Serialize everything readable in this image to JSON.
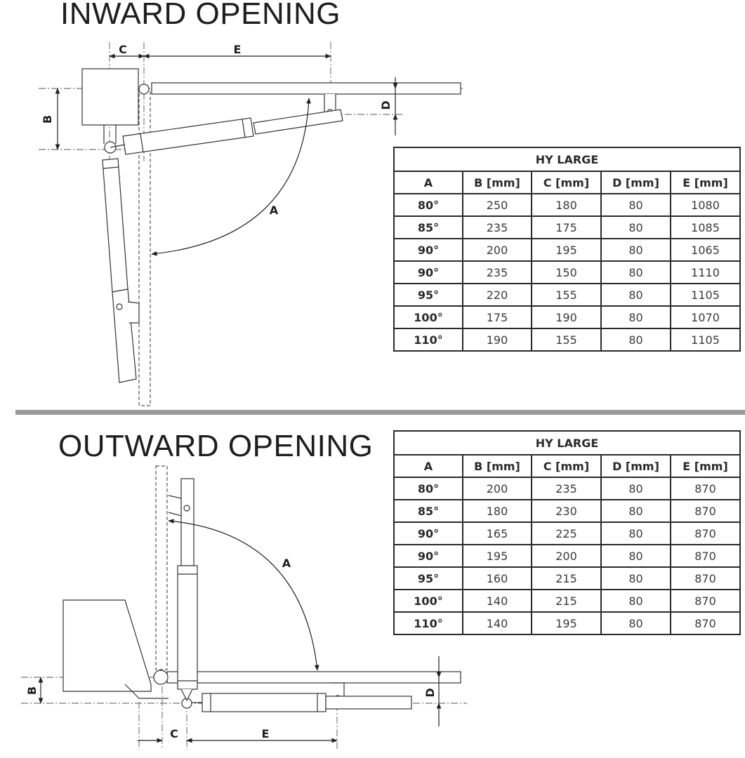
{
  "inward": {
    "title": "INWARD OPENING",
    "labels": {
      "a": "A",
      "b": "B",
      "c": "C",
      "d": "D",
      "e": "E"
    },
    "table": {
      "caption": "HY LARGE",
      "headers": [
        "A",
        "B [mm]",
        "C [mm]",
        "D [mm]",
        "E [mm]"
      ],
      "rows": [
        [
          "80°",
          "250",
          "180",
          "80",
          "1080"
        ],
        [
          "85°",
          "235",
          "175",
          "80",
          "1085"
        ],
        [
          "90°",
          "200",
          "195",
          "80",
          "1065"
        ],
        [
          "90°",
          "235",
          "150",
          "80",
          "1110"
        ],
        [
          "95°",
          "220",
          "155",
          "80",
          "1105"
        ],
        [
          "100°",
          "175",
          "190",
          "80",
          "1070"
        ],
        [
          "110°",
          "190",
          "155",
          "80",
          "1105"
        ]
      ]
    }
  },
  "outward": {
    "title": "OUTWARD OPENING",
    "labels": {
      "a": "A",
      "b": "B",
      "c": "C",
      "d": "D",
      "e": "E"
    },
    "table": {
      "caption": "HY LARGE",
      "headers": [
        "A",
        "B [mm]",
        "C [mm]",
        "D [mm]",
        "E [mm]"
      ],
      "rows": [
        [
          "80°",
          "200",
          "235",
          "80",
          "870"
        ],
        [
          "85°",
          "180",
          "230",
          "80",
          "870"
        ],
        [
          "90°",
          "165",
          "225",
          "80",
          "870"
        ],
        [
          "90°",
          "195",
          "200",
          "80",
          "870"
        ],
        [
          "95°",
          "160",
          "215",
          "80",
          "870"
        ],
        [
          "100°",
          "140",
          "215",
          "80",
          "870"
        ],
        [
          "110°",
          "140",
          "195",
          "80",
          "870"
        ]
      ]
    }
  }
}
